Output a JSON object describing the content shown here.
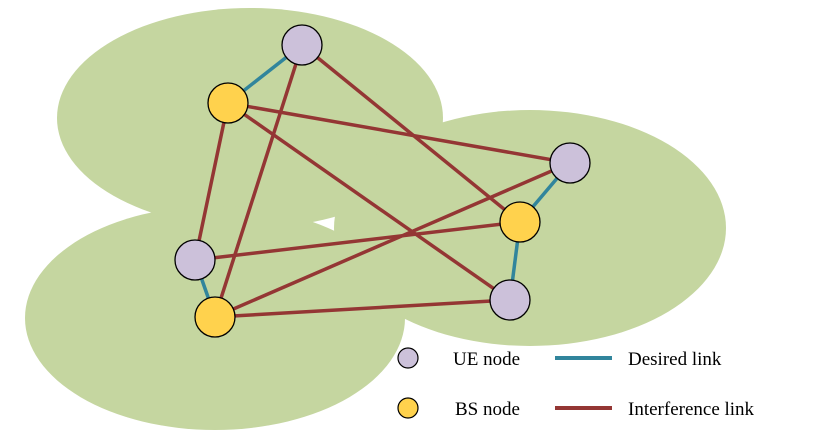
{
  "colors": {
    "coverage": "#c5d6a0",
    "ue_fill": "#ccc1da",
    "bs_fill": "#ffd24d",
    "node_stroke": "#000000",
    "desired_link": "#31859c",
    "interference_link": "#943634"
  },
  "legend": {
    "ue_label": "UE node",
    "bs_label": "BS node",
    "desired_label": "Desired link",
    "interference_label": "Interference link"
  },
  "nodes": [
    {
      "id": "ue1",
      "type": "UE"
    },
    {
      "id": "bs1",
      "type": "BS"
    },
    {
      "id": "ue2",
      "type": "UE"
    },
    {
      "id": "bs2",
      "type": "BS"
    },
    {
      "id": "ue3",
      "type": "UE"
    },
    {
      "id": "bs3",
      "type": "BS"
    }
  ],
  "links": [
    {
      "from": "bs1",
      "to": "ue1",
      "kind": "desired"
    },
    {
      "from": "bs2",
      "to": "ue2",
      "kind": "desired"
    },
    {
      "from": "bs3",
      "to": "ue3",
      "kind": "desired"
    },
    {
      "from": "bs1",
      "to": "ue2",
      "kind": "interference"
    },
    {
      "from": "bs1",
      "to": "ue3",
      "kind": "interference"
    },
    {
      "from": "bs1",
      "to": "bs3",
      "kind": "interference"
    },
    {
      "from": "ue1",
      "to": "bs2",
      "kind": "interference"
    },
    {
      "from": "ue1",
      "to": "bs3",
      "kind": "interference"
    },
    {
      "from": "bs2",
      "to": "ue3",
      "kind": "interference"
    },
    {
      "from": "ue2",
      "to": "bs3",
      "kind": "interference"
    },
    {
      "from": "bs3",
      "to": "ue3",
      "kind": "interference"
    }
  ]
}
